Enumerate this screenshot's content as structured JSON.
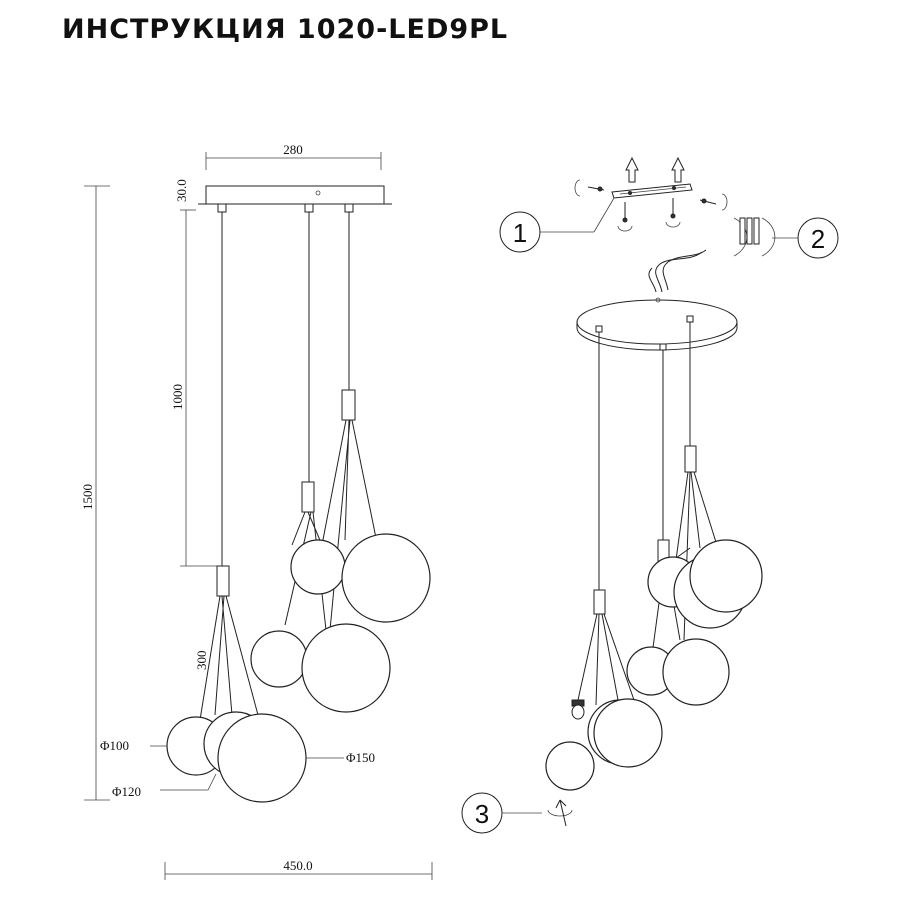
{
  "title": "ИНСТРУКЦИЯ 1020-LED9PL",
  "dimensions": {
    "canopy_width": "280",
    "canopy_height": "30.0",
    "cable_length": "1000",
    "total_height": "1500",
    "cluster_height": "300",
    "total_width": "450.0",
    "diameter_small": "Φ100",
    "diameter_medium": "Φ120",
    "diameter_large": "Φ150"
  },
  "callouts": [
    "1",
    "2",
    "3"
  ],
  "colors": {
    "line": "#222222",
    "background": "#ffffff"
  }
}
